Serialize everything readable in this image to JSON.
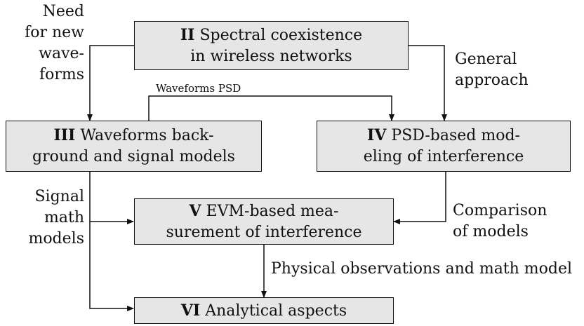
{
  "nodes": {
    "spectral": {
      "number": "II",
      "line1": "Spectral coexistence",
      "line2": "in wireless networks"
    },
    "waveforms": {
      "number": "III",
      "line1": "Waveforms back-",
      "line2": "ground and signal models"
    },
    "psd": {
      "number": "IV",
      "line1": "PSD-based mod-",
      "line2": "eling of interference"
    },
    "evm": {
      "number": "V",
      "line1": "EVM-based mea-",
      "line2": "surement of interference"
    },
    "analytical": {
      "number": "VI",
      "line1": "Analytical aspects"
    }
  },
  "edge_labels": {
    "need_new_waveforms": [
      "Need",
      "for new",
      "wave-",
      "forms"
    ],
    "general_approach": [
      "General",
      "approach"
    ],
    "waveforms_psd": "Waveforms PSD",
    "signal_math_models": [
      "Signal",
      "math",
      "models"
    ],
    "comparison_of_models": [
      "Comparison",
      "of models"
    ],
    "physical_observations": "Physical observations and math model"
  },
  "colors": {
    "box_fill": "#e6e6e6",
    "stroke": "#111111"
  }
}
